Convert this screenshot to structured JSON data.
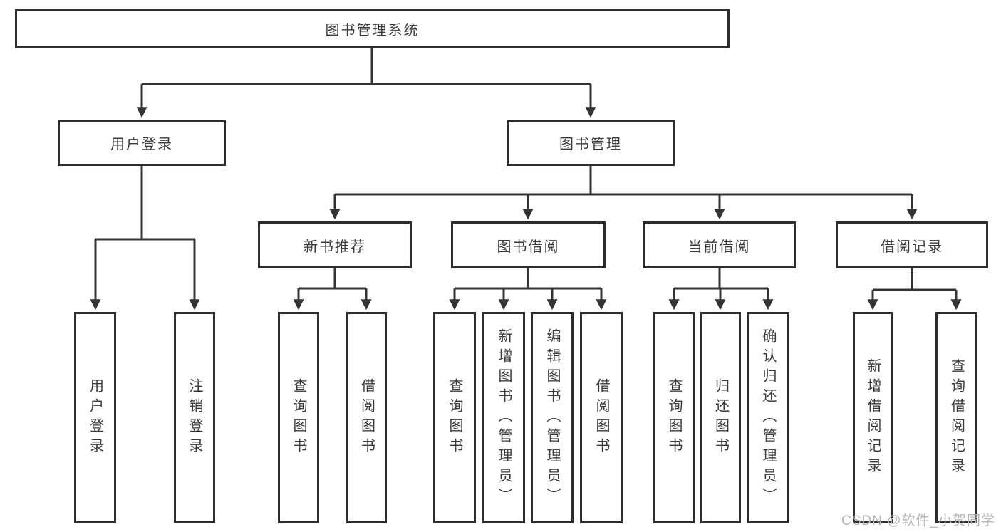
{
  "diagram": {
    "title": "图书管理系统",
    "colors": {
      "line": "#333333",
      "box_border": "#2d2d2d",
      "text": "#3a3a3a",
      "background": "#ffffff",
      "watermark": "#b5b5b5"
    },
    "nodes": {
      "root": "图书管理系统",
      "user_login": "用户登录",
      "book_mgmt": "图书管理",
      "new_book_rec": "新书推荐",
      "book_borrow": "图书借阅",
      "current_borrow": "当前借阅",
      "borrow_records": "借阅记录",
      "leaf_user_login": "用户登录",
      "leaf_logout": "注销登录",
      "leaf_rec_query": "查询图书",
      "leaf_rec_borrow": "借阅图书",
      "leaf_bb_query": "查询图书",
      "leaf_bb_add": "新增图书（管理员）",
      "leaf_bb_edit": "编辑图书（管理员）",
      "leaf_bb_borrow": "借阅图书",
      "leaf_cb_query": "查询图书",
      "leaf_cb_return": "归还图书",
      "leaf_cb_confirm": "确认归还（管理员）",
      "leaf_br_add": "新增借阅记录",
      "leaf_br_query": "查询借阅记录"
    },
    "watermark": "CSDN @软件_小贺同学"
  }
}
